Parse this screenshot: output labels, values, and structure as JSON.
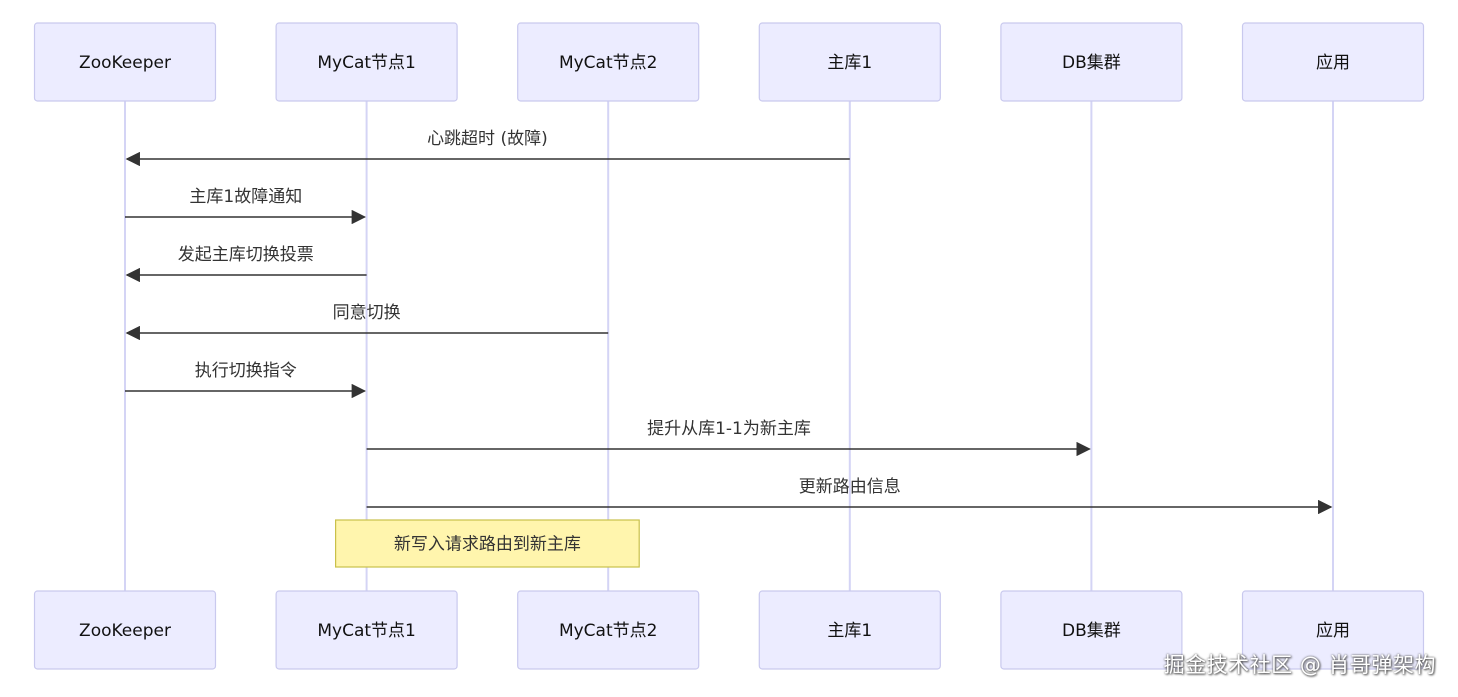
{
  "participants": [
    {
      "id": "zk",
      "label": "ZooKeeper"
    },
    {
      "id": "m1",
      "label": "MyCat节点1"
    },
    {
      "id": "m2",
      "label": "MyCat节点2"
    },
    {
      "id": "p1",
      "label": "主库1"
    },
    {
      "id": "db",
      "label": "DB集群"
    },
    {
      "id": "app",
      "label": "应用"
    }
  ],
  "messages": [
    {
      "from": "p1",
      "to": "zk",
      "text": "心跳超时 (故障)"
    },
    {
      "from": "zk",
      "to": "m1",
      "text": "主库1故障通知"
    },
    {
      "from": "m1",
      "to": "zk",
      "text": "发起主库切换投票"
    },
    {
      "from": "m2",
      "to": "zk",
      "text": "同意切换"
    },
    {
      "from": "zk",
      "to": "m1",
      "text": "执行切换指令"
    },
    {
      "from": "m1",
      "to": "db",
      "text": "提升从库1-1为新主库"
    },
    {
      "from": "m1",
      "to": "app",
      "text": "更新路由信息"
    }
  ],
  "note": {
    "over": [
      "m1",
      "m2"
    ],
    "text": "新写入请求路由到新主库"
  },
  "watermark": "掘金技术社区 @ 肖哥弹架构"
}
